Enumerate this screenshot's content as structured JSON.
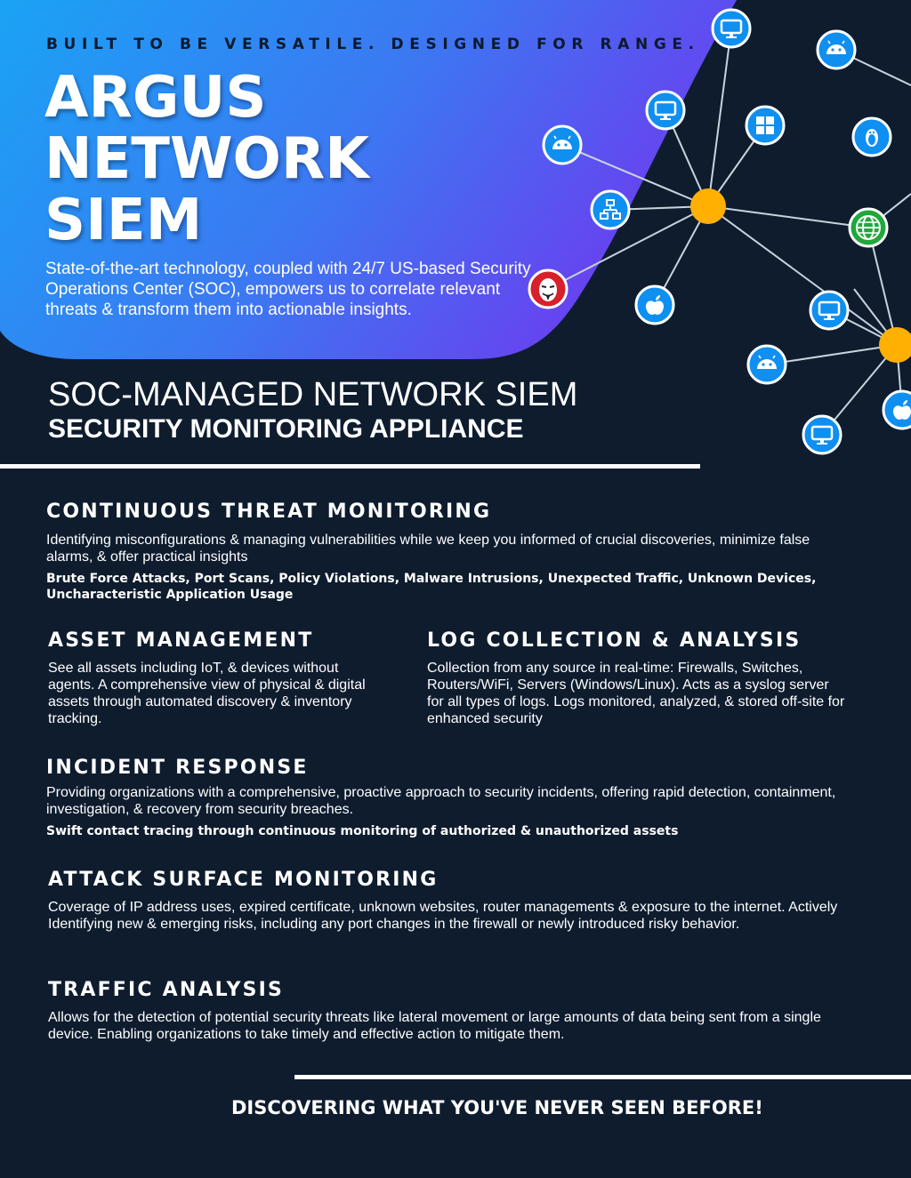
{
  "hero": {
    "tagline": "BUILT TO BE VERSATILE. DESIGNED FOR RANGE.",
    "title_lines": [
      "ARGUS",
      "NETWORK",
      "SIEM"
    ],
    "intro": "State-of-the-art technology, coupled with 24/7 US-based Security Operations Center (SOC), empowers us to correlate relevant threats & transform them into actionable insights."
  },
  "heading": {
    "line1": "SOC-MANAGED NETWORK SIEM",
    "line2": "SECURITY MONITORING APPLIANCE"
  },
  "sections": {
    "threat": {
      "title": "CONTINUOUS THREAT MONITORING",
      "text": "Identifying misconfigurations & managing vulnerabilities while we keep you informed of crucial discoveries, minimize false alarms, & offer practical insights",
      "bold": "Brute Force Attacks, Port Scans, Policy Violations, Malware Intrusions, Unexpected Traffic, Unknown Devices, Uncharacteristic Application Usage"
    },
    "asset": {
      "title": "ASSET MANAGEMENT",
      "text": "See all assets including IoT, & devices without agents. A comprehensive view of physical & digital assets through automated discovery & inventory tracking."
    },
    "log": {
      "title": "LOG COLLECTION & ANALYSIS",
      "text": "Collection from any source in real-time: Firewalls, Switches, Routers/WiFi, Servers (Windows/Linux).  Acts as a syslog server for all types of logs. Logs monitored, analyzed, & stored off-site for enhanced security"
    },
    "incident": {
      "title": "INCIDENT RESPONSE",
      "text": "Providing organizations with a comprehensive, proactive approach to security incidents, offering rapid detection, containment, investigation, & recovery from security breaches.",
      "bold": "Swift contact tracing through continuous monitoring of authorized & unauthorized assets"
    },
    "attack": {
      "title": "ATTACK SURFACE MONITORING",
      "text": "Coverage of IP address uses, expired certificate, unknown websites, router managements & exposure to the internet. Actively Identifying new & emerging risks, including any port changes in the firewall or newly introduced risky behavior."
    },
    "traffic": {
      "title": "TRAFFIC ANALYSIS",
      "text": "Allows for the detection of potential security threats like lateral movement or large amounts of data being sent from a single device. Enabling organizations to take timely and effective action to mitigate them."
    }
  },
  "footer": "DISCOVERING  WHAT YOU'VE NEVER SEEN BEFORE!",
  "colors": {
    "background": "#0e1c2e",
    "gradient_start": "#1aa3f5",
    "gradient_end": "#5b48f0",
    "hub": "#ffb000",
    "icon_circle": "#0f8ff0",
    "globe": "#1fa83c",
    "mask": "#d6202a"
  },
  "network_icons": [
    "monitor-icon",
    "android-icon",
    "windows-icon",
    "linux-icon",
    "network-icon",
    "apple-icon",
    "globe-icon",
    "anonymous-mask-icon"
  ]
}
